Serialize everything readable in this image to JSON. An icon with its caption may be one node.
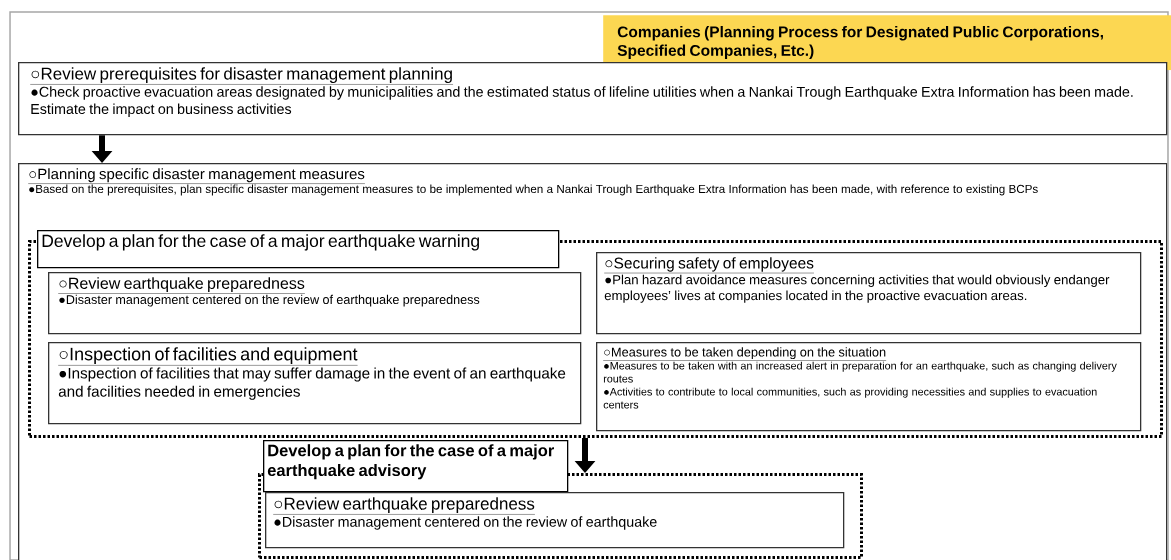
{
  "diagram": {
    "nodes": [
      {
        "text": [
          "Companies (Planning Process for Designated Public Corporations, Specified Companies, Etc.)"
        ]
      },
      {
        "text": [
          "○Review prerequisites for disaster management planning",
          "●Check proactive evacuation areas designated by municipalities and the estimated status of lifeline utilities when a Nankai Trough Earthquake Extra Information has been made. Estimate the impact on business activities"
        ]
      },
      {
        "text": [
          "○Planning specific disaster management measures",
          "●Based on the prerequisites, plan specific disaster management measures to be implemented when a Nankai Trough Earthquake Extra Information has been made, with reference to existing BCPs"
        ]
      },
      {
        "text": [
          "Develop a plan for the case of a major earthquake warning"
        ],
        "in": 2
      },
      {
        "text": [
          "○Review earthquake preparedness",
          "●Disaster management centered on the review of earthquake preparedness"
        ],
        "in": 3
      },
      {
        "text": [
          "○Securing safety of employees",
          "●Plan hazard avoidance measures concerning activities that would obviously endanger employees’ lives at companies located in the proactive evacuation areas."
        ],
        "in": 3
      },
      {
        "text": [
          "○Inspection of facilities and equipment",
          "●Inspection of facilities that may suffer damage in the event of an earthquake and facilities needed in emergencies"
        ],
        "in": 3
      },
      {
        "text": [
          "○Measures to be taken depending on the situation",
          "●Measures to be taken with an increased alert in preparation for an earthquake, such as changing delivery routes",
          "●Activities to contribute to local communities, such as providing necessities and supplies to evacuation centers"
        ],
        "in": 3
      },
      {
        "text": [
          "Develop a plan for the case of a major earthquake advisory"
        ],
        "in": 2
      },
      {
        "text": [
          "○Review earthquake preparedness",
          "●Disaster management centered on the review of earthquake"
        ],
        "in": 8
      }
    ],
    "edges": [
      {
        "from": 1,
        "to": 2,
        "arrow": "to"
      },
      {
        "from": 3,
        "to": 8,
        "arrow": "to"
      }
    ]
  }
}
